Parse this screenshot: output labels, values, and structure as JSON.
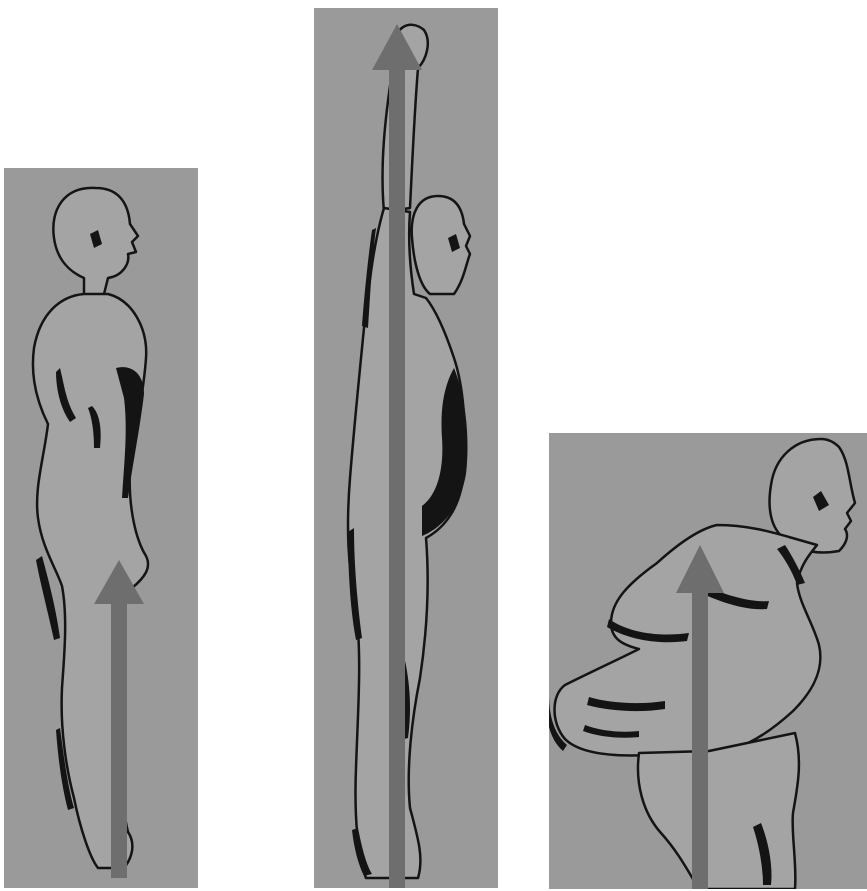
{
  "figure": {
    "panels": [
      {
        "pose": "standing-arms-down",
        "arrow_direction": "up"
      },
      {
        "pose": "standing-arms-overhead",
        "arrow_direction": "up"
      },
      {
        "pose": "deep-squat",
        "arrow_direction": "up"
      }
    ]
  },
  "colors": {
    "panel_background": "#9a9a9a",
    "figure_fill": "#a4a4a4",
    "ink": "#141414",
    "arrow": "#6e6e6e",
    "page_background": "#ffffff"
  }
}
